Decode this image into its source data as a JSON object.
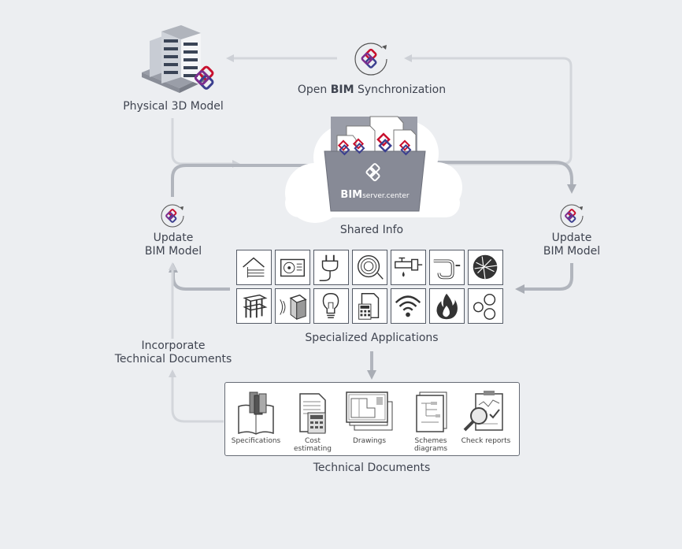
{
  "nodes": {
    "sync": {
      "prefix": "Open ",
      "bold": "BIM",
      "suffix": " Synchronization"
    },
    "physical_model": "Physical 3D Model",
    "shared_info": "Shared Info",
    "server": {
      "brand_bold": "BIM",
      "brand_light": "server.center"
    },
    "update_left": {
      "line1": "Update",
      "line2": "BIM Model"
    },
    "update_right": {
      "line1": "Update",
      "line2": "BIM Model"
    },
    "specialized_apps": "Specialized Applications",
    "incorporate": {
      "line1": "Incorporate",
      "line2": "Technical Documents"
    },
    "technical_documents": "Technical Documents"
  },
  "apps": [
    {
      "icon": "house-insulation-icon"
    },
    {
      "icon": "hvac-unit-icon"
    },
    {
      "icon": "electric-plug-icon"
    },
    {
      "icon": "cable-coil-icon"
    },
    {
      "icon": "water-tap-icon"
    },
    {
      "icon": "drain-pipe-icon"
    },
    {
      "icon": "globe-icon"
    },
    {
      "icon": "structure-icon"
    },
    {
      "icon": "acoustic-cube-icon"
    },
    {
      "icon": "light-bulb-icon"
    },
    {
      "icon": "energy-calculator-icon"
    },
    {
      "icon": "wifi-icon"
    },
    {
      "icon": "fire-icon"
    },
    {
      "icon": "circles-icon"
    }
  ],
  "documents": [
    {
      "label": "Specifications",
      "icon": "book-icon"
    },
    {
      "label": "Cost estimating",
      "icon": "calculator-icon"
    },
    {
      "label": "Drawings",
      "icon": "drawings-icon"
    },
    {
      "label": "Schemes",
      "label2": "diagrams",
      "icon": "schemes-icon"
    },
    {
      "label": "Check reports",
      "icon": "check-report-icon"
    }
  ],
  "colors": {
    "background": "#eceef1",
    "arrow": "#c9ccd2",
    "arrow_dark": "#a9adb5",
    "folder": "#8b8e9a",
    "brand_red": "#c8102e",
    "brand_blue": "#3b3f8f",
    "brand_purple": "#7b2d8e"
  }
}
